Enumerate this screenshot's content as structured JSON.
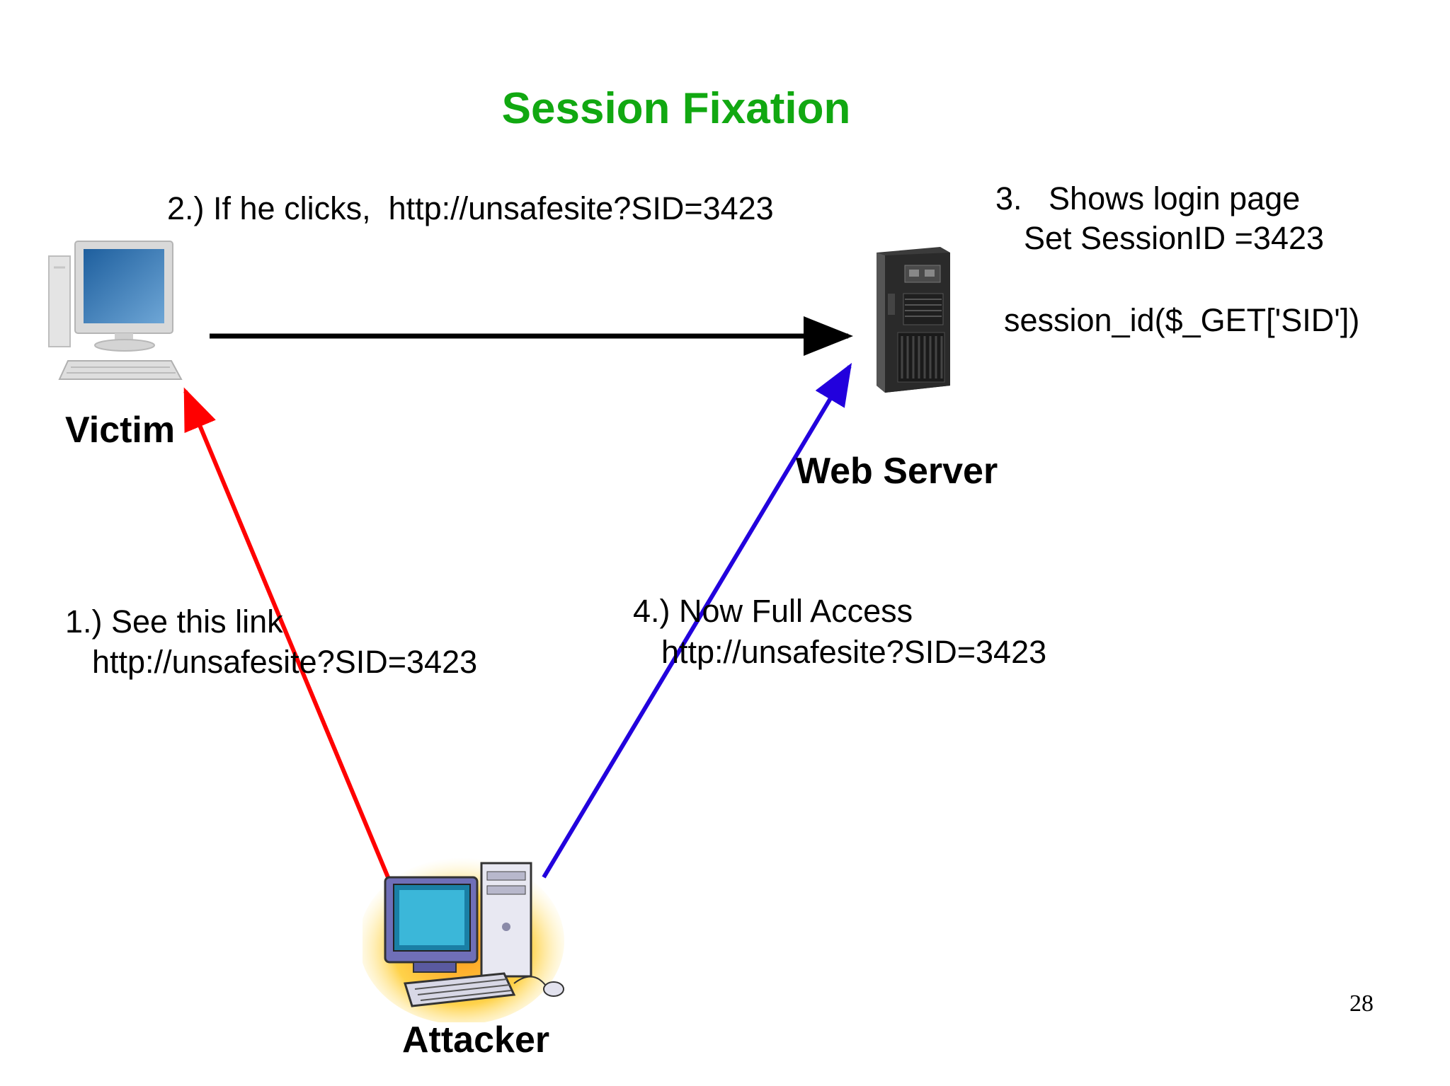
{
  "slide": {
    "title": "Session Fixation",
    "page_number": "28"
  },
  "nodes": {
    "victim": {
      "label": "Victim",
      "icon": "desktop-computer-icon"
    },
    "server": {
      "label": "Web Server",
      "icon": "server-tower-icon"
    },
    "attacker": {
      "label": "Attacker",
      "icon": "attacker-computer-icon"
    }
  },
  "steps": {
    "step1": {
      "line1": "1.) See this link",
      "line2": "http://unsafesite?SID=3423",
      "arrow_color": "#ff0000"
    },
    "step2": {
      "line1": "2.) If he clicks,  http://unsafesite?SID=3423",
      "arrow_color": "#000000"
    },
    "step3": {
      "line1": "3.   Shows login page",
      "line2": "Set SessionID =3423",
      "line3": "session_id($_GET['SID'])"
    },
    "step4": {
      "line1": "4.) Now Full Access",
      "line2": "http://unsafesite?SID=3423",
      "arrow_color": "#2200dd"
    }
  },
  "colors": {
    "title": "#11a811",
    "red_arrow": "#ff0000",
    "blue_arrow": "#2200dd",
    "black_arrow": "#000000"
  }
}
